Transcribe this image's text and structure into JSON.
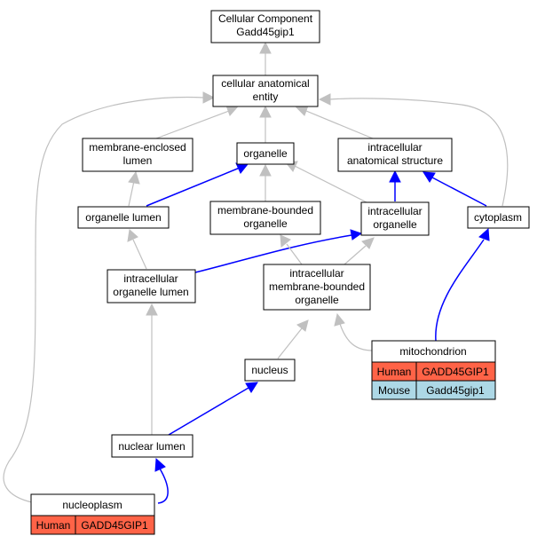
{
  "colors": {
    "is_a_edge": "#c0c0c0",
    "part_of_edge": "#0000ff",
    "human_cell": "#ff6347",
    "mouse_cell": "#add8e6",
    "node_border": "#000000",
    "background": "#ffffff"
  },
  "nodes": {
    "root": [
      "Cellular Component",
      "Gadd45gip1"
    ],
    "cellular_anatomical_entity": [
      "cellular anatomical",
      "entity"
    ],
    "membrane_enclosed_lumen": [
      "membrane-enclosed",
      "lumen"
    ],
    "organelle": [
      "organelle"
    ],
    "intracellular_anatomical_structure": [
      "intracellular",
      "anatomical structure"
    ],
    "organelle_lumen": [
      "organelle lumen"
    ],
    "membrane_bounded_organelle": [
      "membrane-bounded",
      "organelle"
    ],
    "intracellular_organelle": [
      "intracellular",
      "organelle"
    ],
    "cytoplasm": [
      "cytoplasm"
    ],
    "intracellular_organelle_lumen": [
      "intracellular",
      "organelle lumen"
    ],
    "intracellular_membrane_bounded_organelle": [
      "intracellular",
      "membrane-bounded",
      "organelle"
    ],
    "nucleus": [
      "nucleus"
    ],
    "mitochondrion": [
      "mitochondrion"
    ],
    "nuclear_lumen": [
      "nuclear lumen"
    ],
    "nucleoplasm": [
      "nucleoplasm"
    ]
  },
  "annotations": {
    "mitochondrion": [
      {
        "species": "Human",
        "gene": "GADD45GIP1"
      },
      {
        "species": "Mouse",
        "gene": "Gadd45gip1"
      }
    ],
    "nucleoplasm": [
      {
        "species": "Human",
        "gene": "GADD45GIP1"
      }
    ]
  }
}
